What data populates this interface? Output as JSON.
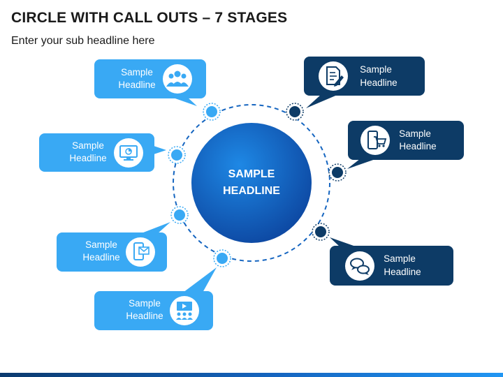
{
  "title": "CIRCLE WITH CALL OUTS – 7 STAGES",
  "subtitle": "Enter your sub headline here",
  "center": {
    "line1": "SAMPLE",
    "line2": "HEADLINE"
  },
  "colors": {
    "light_blue": "#39a9f4",
    "dark_navy": "#0d3b66",
    "center_blue": "#1565c0",
    "ring": "#1565c0"
  },
  "callouts": [
    {
      "line1": "Sample",
      "line2": "Headline",
      "icon": "team-icon",
      "style": "light"
    },
    {
      "line1": "Sample",
      "line2": "Headline",
      "icon": "monitor-chart-icon",
      "style": "light"
    },
    {
      "line1": "Sample",
      "line2": "Headline",
      "icon": "mobile-mail-icon",
      "style": "light"
    },
    {
      "line1": "Sample",
      "line2": "Headline",
      "icon": "presentation-audience-icon",
      "style": "light"
    },
    {
      "line1": "Sample",
      "line2": "Headline",
      "icon": "document-pen-icon",
      "style": "dark"
    },
    {
      "line1": "Sample",
      "line2": "Headline",
      "icon": "mobile-cart-icon",
      "style": "dark"
    },
    {
      "line1": "Sample",
      "line2": "Headline",
      "icon": "chat-bubbles-icon",
      "style": "dark"
    }
  ]
}
